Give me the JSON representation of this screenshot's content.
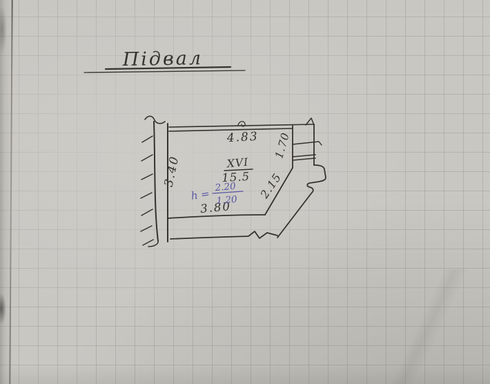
{
  "title": "Підвал",
  "plan": {
    "room_label": "XVI",
    "room_area": "15.5",
    "height_prefix": "h =",
    "height_upper": "2.20",
    "height_lower": "1.20",
    "dim_top": "4.83",
    "dim_left": "3.40",
    "dim_bottom": "3.80",
    "dim_diagonal": "2.15",
    "dim_right": "1.70"
  },
  "colors": {
    "ink": "#34322e",
    "blue_ink": "#5656a2",
    "paper": "#c9c7c2"
  }
}
